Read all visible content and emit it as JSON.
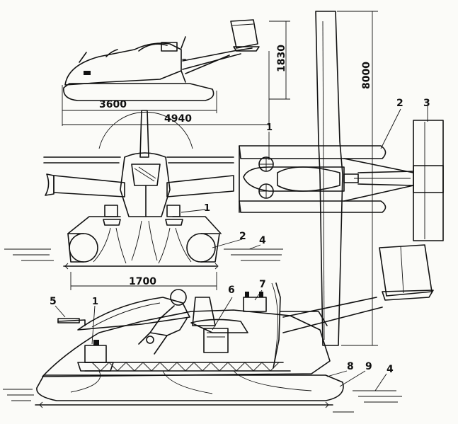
{
  "dimensions": {
    "length_3600": "3600",
    "length_4940": "4940",
    "height_1830": "1830",
    "span_8000": "8000",
    "track_1700": "1700"
  },
  "callouts": {
    "c1_top": "1",
    "c2_top": "2",
    "c3_top": "3",
    "c1_front": "1",
    "c2_front": "2",
    "c4_front": "4",
    "c5": "5",
    "c1_side": "1",
    "c6": "6",
    "c7": "7",
    "c8": "8",
    "c9": "9",
    "c4_side": "4"
  }
}
